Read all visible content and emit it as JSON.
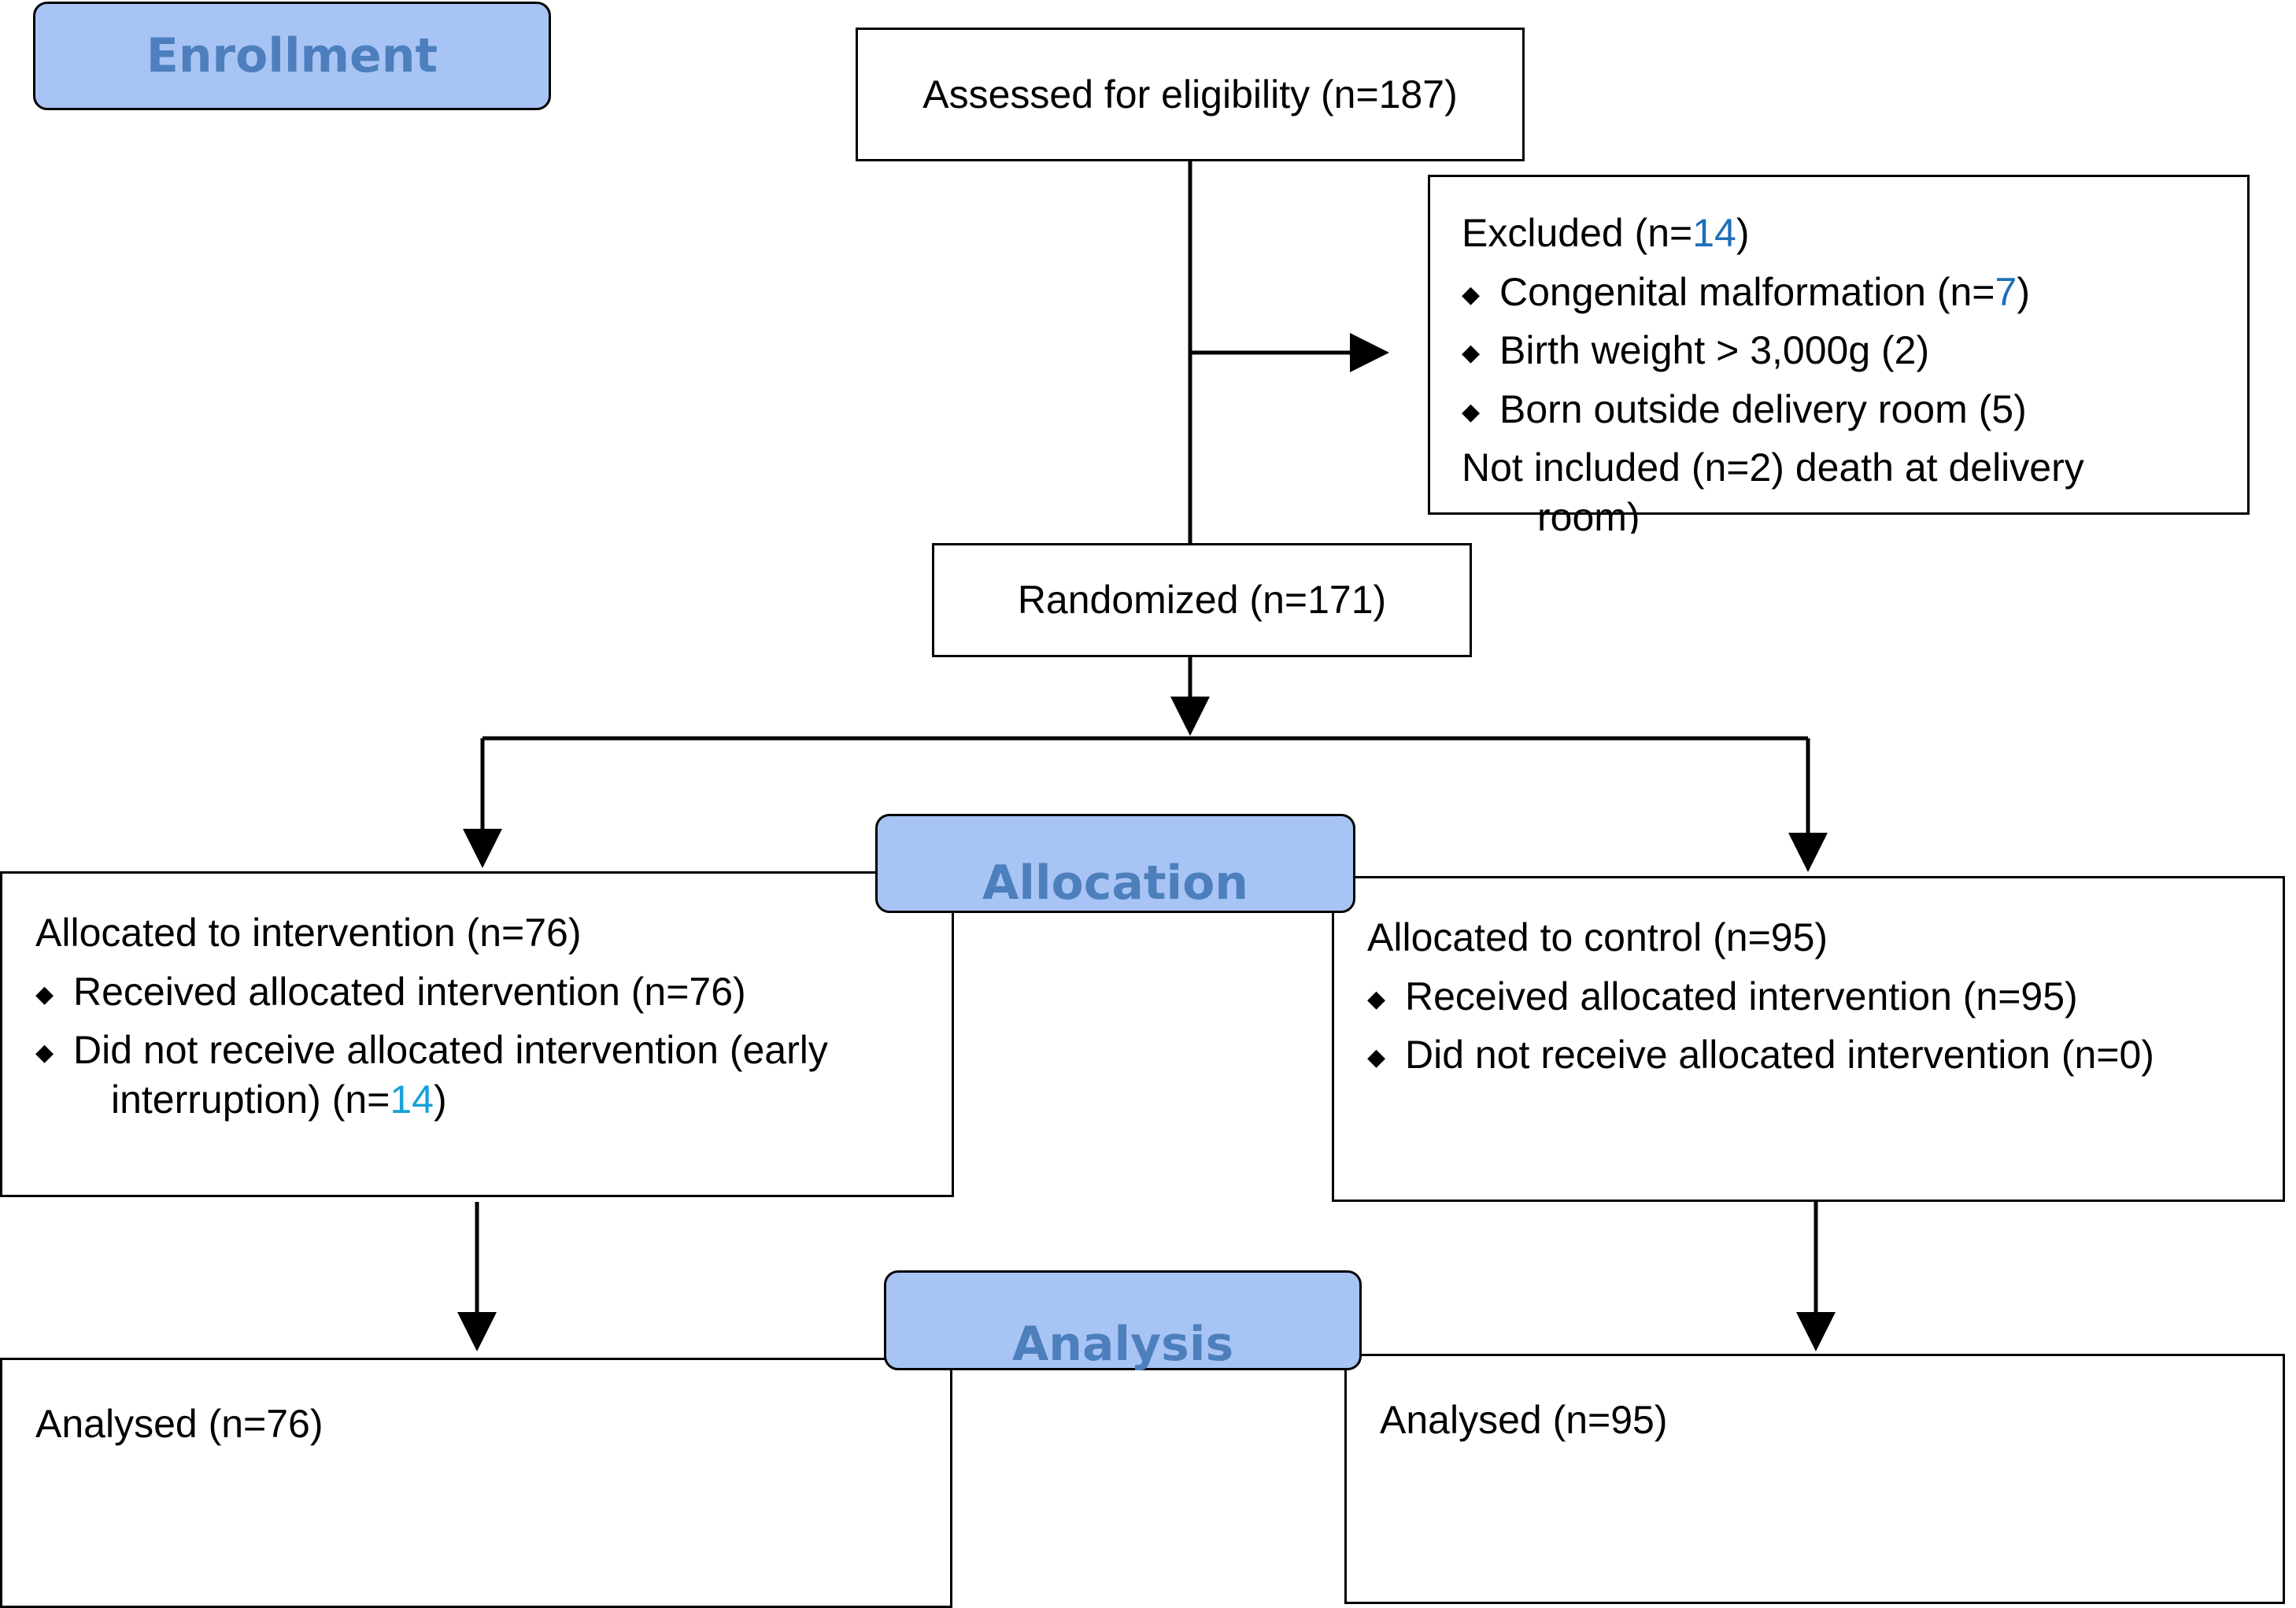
{
  "stages": {
    "enrollment": "Enrollment",
    "allocation": "Allocation",
    "analysis": "Analysis"
  },
  "eligibility": {
    "label": "Assessed for eligibility (n=187)"
  },
  "excluded": {
    "title_prefix": "Excluded  (n=",
    "title_count": "14",
    "title_suffix": ")",
    "reasons": [
      {
        "prefix": "Congenital malformation (n=",
        "count": "7",
        "suffix": ")"
      },
      {
        "text": "Birth weight > 3,000g (2)"
      },
      {
        "text": "Born outside delivery room (5)"
      }
    ],
    "not_included_line1": "Not included (n=2) death at delivery",
    "not_included_line2": "room)"
  },
  "randomized": {
    "label": "Randomized (n=171)"
  },
  "intervention": {
    "title": "Allocated to intervention (n=76)",
    "received": "Received allocated intervention (n=76)",
    "not_received_line1": "Did not receive allocated intervention (early",
    "not_received_line2_prefix": "interruption) (n=",
    "not_received_count": "14",
    "not_received_line2_suffix": ")"
  },
  "control": {
    "title": "Allocated to control (n=95)",
    "received": "Received allocated intervention (n=95)",
    "not_received": "Did not receive allocated intervention (n=0)"
  },
  "analysed": {
    "intervention": "Analysed  (n=76)",
    "control": "Analysed  (n=95)"
  },
  "bullet_symbol": "◆",
  "colors": {
    "stage_fill": "#a7c4f5",
    "stage_text": "#4d7fbd",
    "highlight_blue": "#1d6fb8",
    "highlight_cyan": "#17a0d8"
  }
}
